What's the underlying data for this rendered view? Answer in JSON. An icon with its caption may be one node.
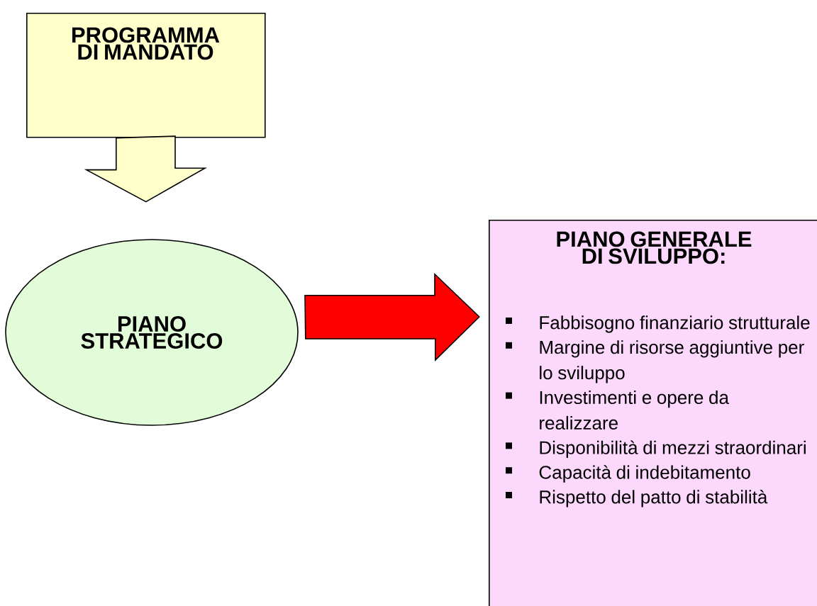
{
  "diagram": {
    "nodes": [
      {
        "text": [
          "PROGRAMMA DI MANDATO"
        ]
      },
      {
        "text": [
          "PIANO STRATEGICO"
        ]
      },
      {
        "text": [
          "PIANO GENERALE DI SVILUPPO:",
          "Fabbisogno finanziario strutturale",
          "Margine di risorse aggiuntive per lo sviluppo",
          "Investimenti e opere da realizzare",
          "Disponibilità di mezzi straordinari",
          "Capacità di indebitamento",
          "Rispetto del patto di stabilità"
        ]
      }
    ],
    "edges": [
      {
        "from": 0,
        "to": 1,
        "arrow": "to"
      },
      {
        "from": 1,
        "to": 2,
        "arrow": "to",
        "color": "#ff0000"
      }
    ]
  }
}
